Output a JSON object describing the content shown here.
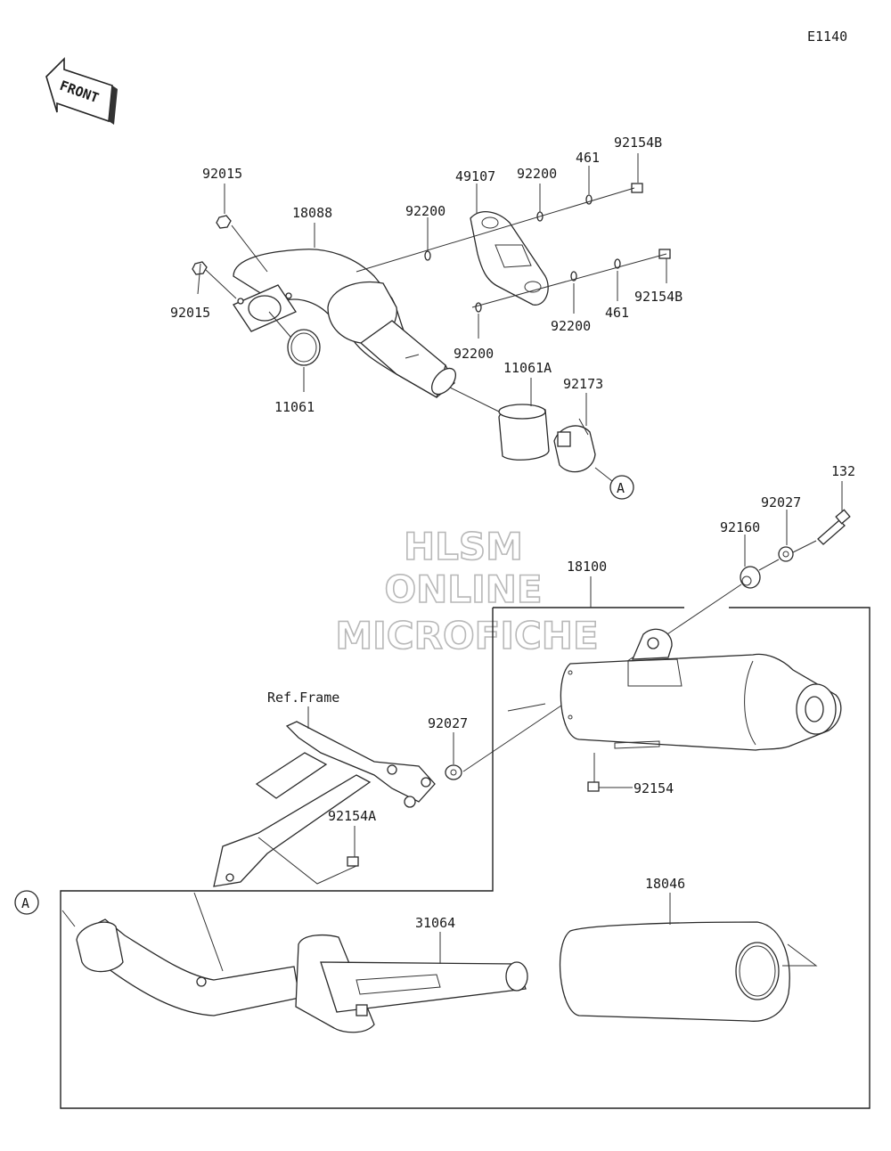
{
  "diagram_code": "E1140",
  "front_label": "FRONT",
  "ref_label": "Ref.Frame",
  "circle_ref": "A",
  "watermark": [
    "HLSM",
    "ONLINE",
    "MICROFICHE"
  ],
  "parts": {
    "p92015a": "92015",
    "p92015b": "92015",
    "p18088": "18088",
    "p11061": "11061",
    "p92200a": "92200",
    "p49107": "49107",
    "p92200b": "92200",
    "p461a": "461",
    "p92154Ba": "92154B",
    "p92154Bb": "92154B",
    "p461b": "461",
    "p92200c": "92200",
    "p92200d": "92200",
    "p11061A": "11061A",
    "p92173": "92173",
    "p132": "132",
    "p92027a": "92027",
    "p92160": "92160",
    "p18100": "18100",
    "p92027b": "92027",
    "p92154": "92154",
    "p92154A": "92154A",
    "p31064": "31064",
    "p18046": "18046"
  }
}
